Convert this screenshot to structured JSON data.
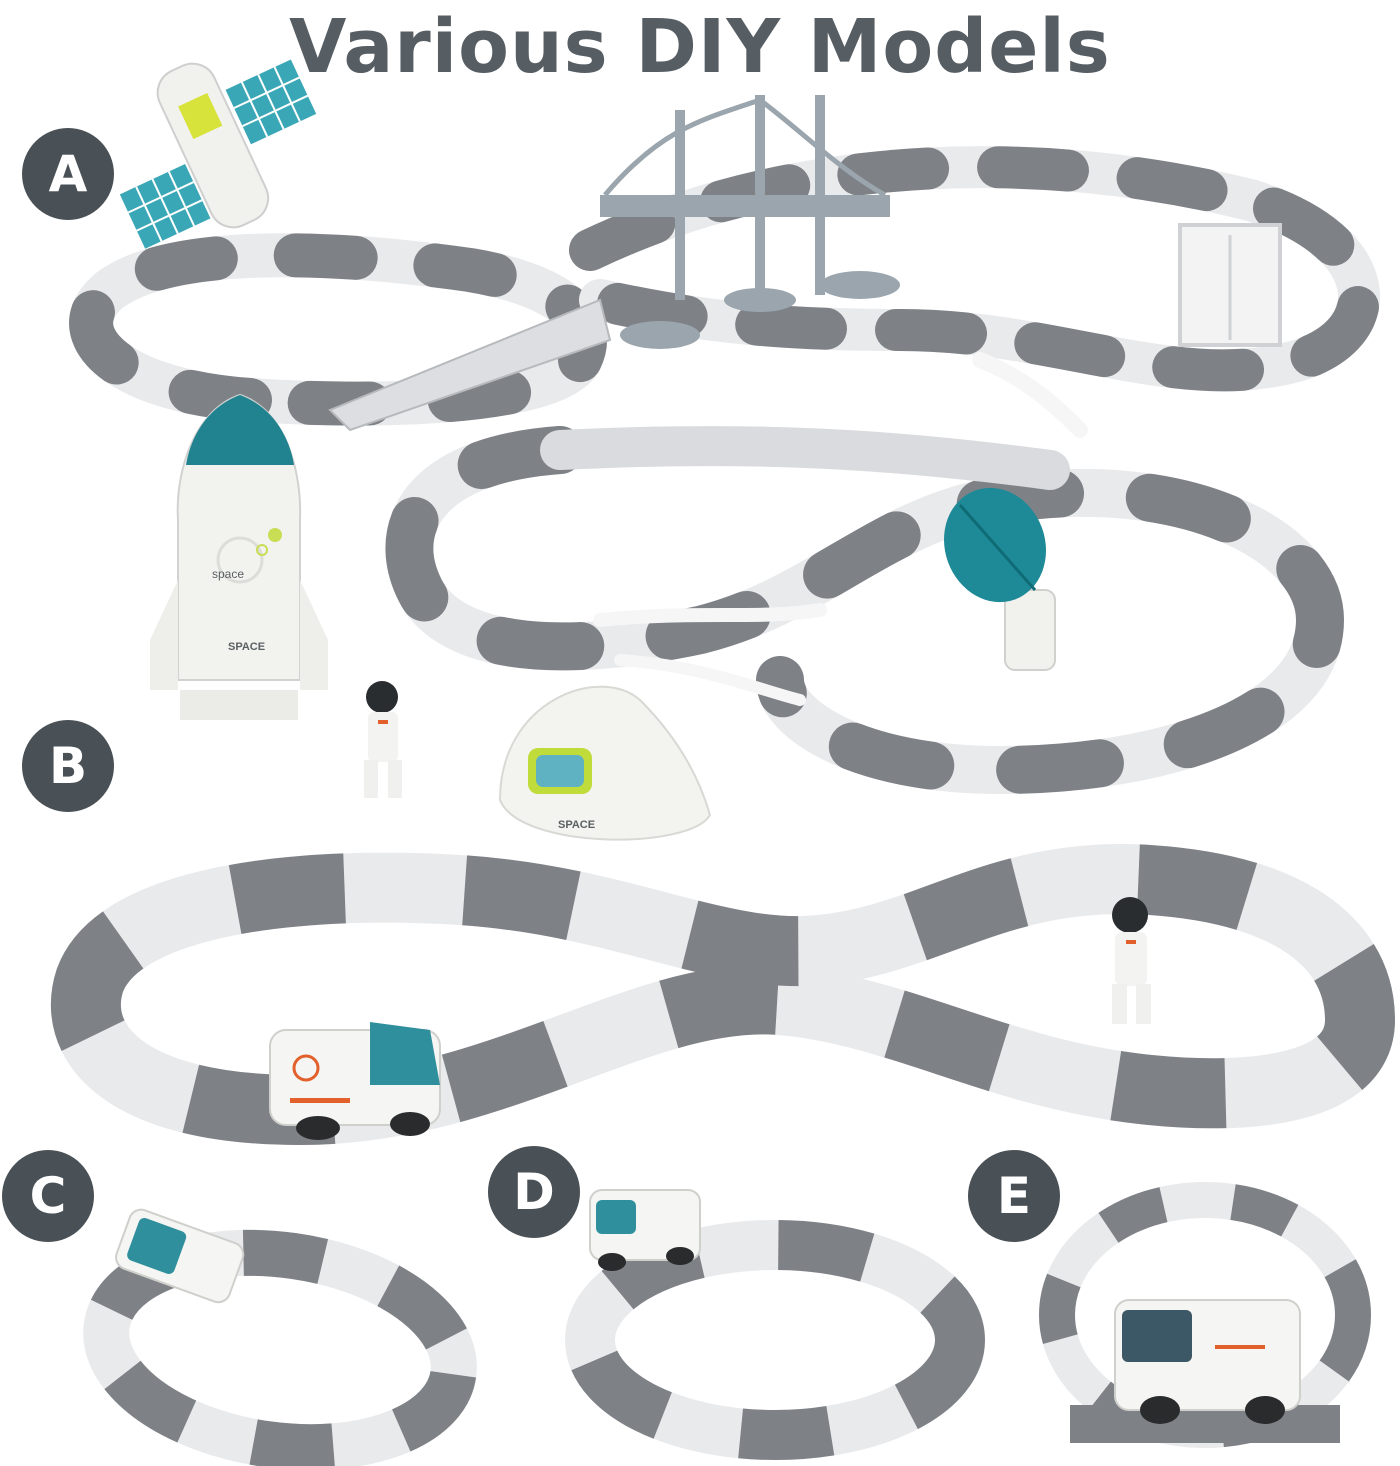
{
  "title": "Various DIY Models",
  "badges": [
    "A",
    "B",
    "C",
    "D",
    "E"
  ],
  "toy_labels": {
    "rocket_logo": "space",
    "rocket_band": "SPACE",
    "capsule": "SPACE"
  },
  "colors": {
    "title": "#565d63",
    "badge": "#4a5156",
    "track_dark": "#7e8287",
    "track_light": "#e9eaec",
    "teal": "#1f7f8c",
    "bridge": "#9aa5ad",
    "accent_orange": "#e2602b"
  }
}
